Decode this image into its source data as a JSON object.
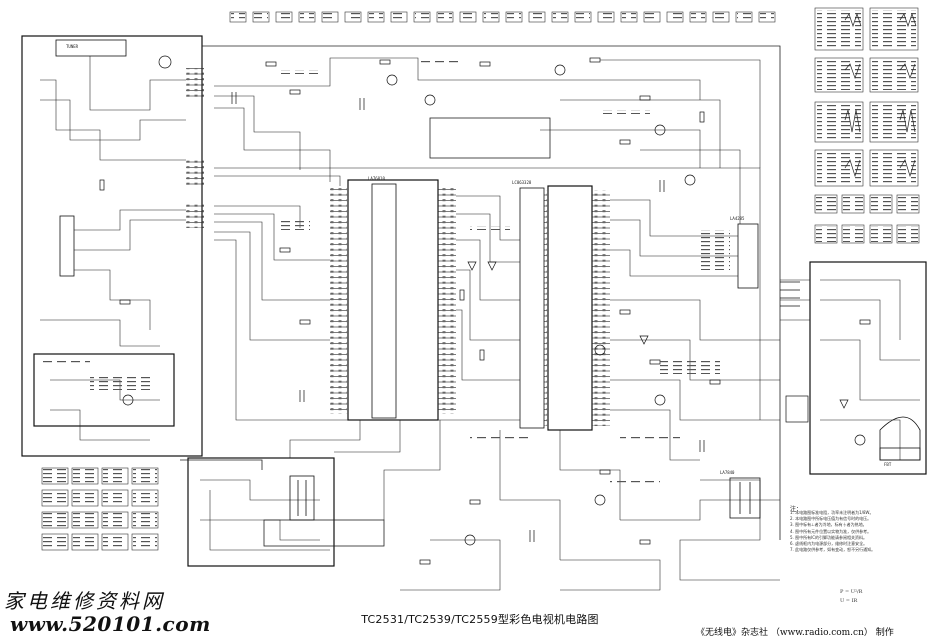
{
  "title": "TC2531/TC2539/TC2559型彩色电视机电路图",
  "publisher": "《无线电》杂志社 （www.radio.com.cn） 制作",
  "watermark": {
    "site_name_cn": "家电维修资料网",
    "site_url": "www.520101.com"
  },
  "ic_labels": {
    "tuner": "TUNER",
    "main_ic": "LA76810",
    "cpu": "LC863328",
    "sound_ic": "LA4285",
    "vert_ic": "LA7840",
    "flyback": "FBT"
  },
  "notes": {
    "heading": "注：",
    "lines": [
      "1. 本电路图标准电阻，功率未注明者为1/8W。",
      "2. 本电路图中所标电压值为有信号时的电压。",
      "3. 图中标有⊥者为冷地，标有⏚者为热地。",
      "4. 图中所有元件位置以实物为准，仅供参考。",
      "5. 图中所有IC的引脚功能请参阅相关资料。",
      "6. 虚线框内为电源部分，维修时注意安全。",
      "7. 此电路仅供参考，如有变动，恕不另行通知。"
    ],
    "formula_lines": [
      "P = U²/R",
      "U = IR"
    ]
  },
  "colors": {
    "ink": "#111111",
    "paper": "#ffffff",
    "grey": "#666666"
  }
}
